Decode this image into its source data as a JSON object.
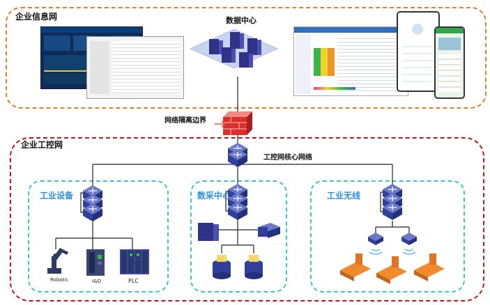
{
  "zones": {
    "top": {
      "title": "企业信息网",
      "border_color": "#d9822b"
    },
    "bottom": {
      "title": "企业工控网",
      "border_color": "#c4151c"
    }
  },
  "nodes": {
    "data_center": "数据中心",
    "gateway": "网络隔离边界",
    "core_switch": "工控网核心网络"
  },
  "groups": [
    {
      "title": "工业设备",
      "devices": [
        "Robotic",
        "I&O",
        "PLC"
      ]
    },
    {
      "title": "数采中心"
    },
    {
      "title": "工业无线"
    }
  ],
  "colors": {
    "accent": "#2d8fe0",
    "switch": "#2f3f9a",
    "server": "#2f3288",
    "firewall": "#d9302c",
    "subgroup_border": "#3cc6cf"
  }
}
